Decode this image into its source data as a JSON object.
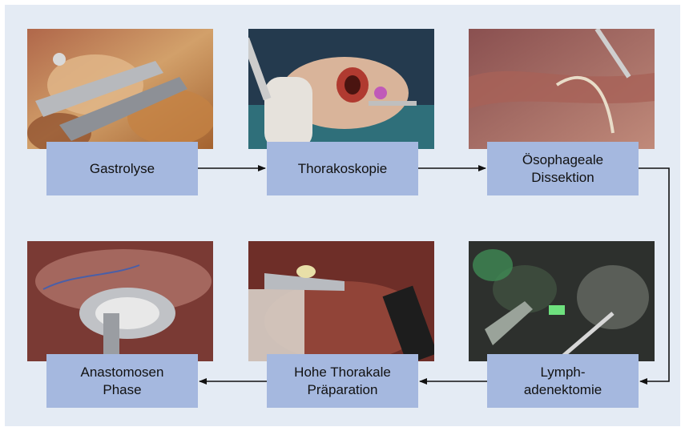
{
  "steps": [
    {
      "label": "Gastrolyse",
      "image": "stomach-mobilization-photo"
    },
    {
      "label": "Thorakoskopie",
      "image": "thoracoscopy-port-photo"
    },
    {
      "label": "Ösophageale\nDissektion",
      "image": "esophageal-dissection-photo"
    },
    {
      "label": "Lymph-\nadenektomie",
      "image": "lymphadenectomy-fluorescence-photo"
    },
    {
      "label": "Hohe Thorakale\nPräparation",
      "image": "high-thoracic-preparation-photo"
    },
    {
      "label": "Anastomosen\nPhase",
      "image": "anastomosis-photo"
    }
  ],
  "colors": {
    "panel": "#e4ebf4",
    "label_box": "#a5b8df",
    "arrow": "#111111"
  }
}
